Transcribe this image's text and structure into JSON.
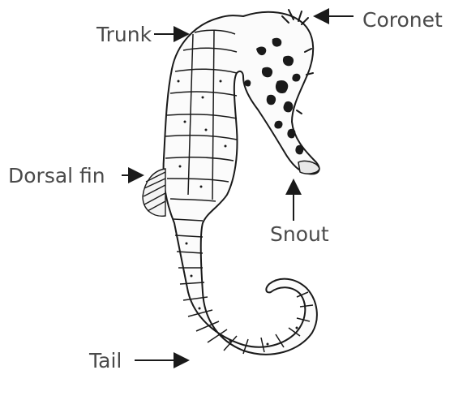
{
  "diagram": {
    "labels": {
      "trunk": "Trunk",
      "coronet": "Coronet",
      "dorsal_fin": "Dorsal fin",
      "snout": "Snout",
      "tail": "Tail"
    },
    "colors": {
      "ink": "#1a1a1a",
      "label_text": "#4a4a4a",
      "background": "#ffffff"
    }
  }
}
